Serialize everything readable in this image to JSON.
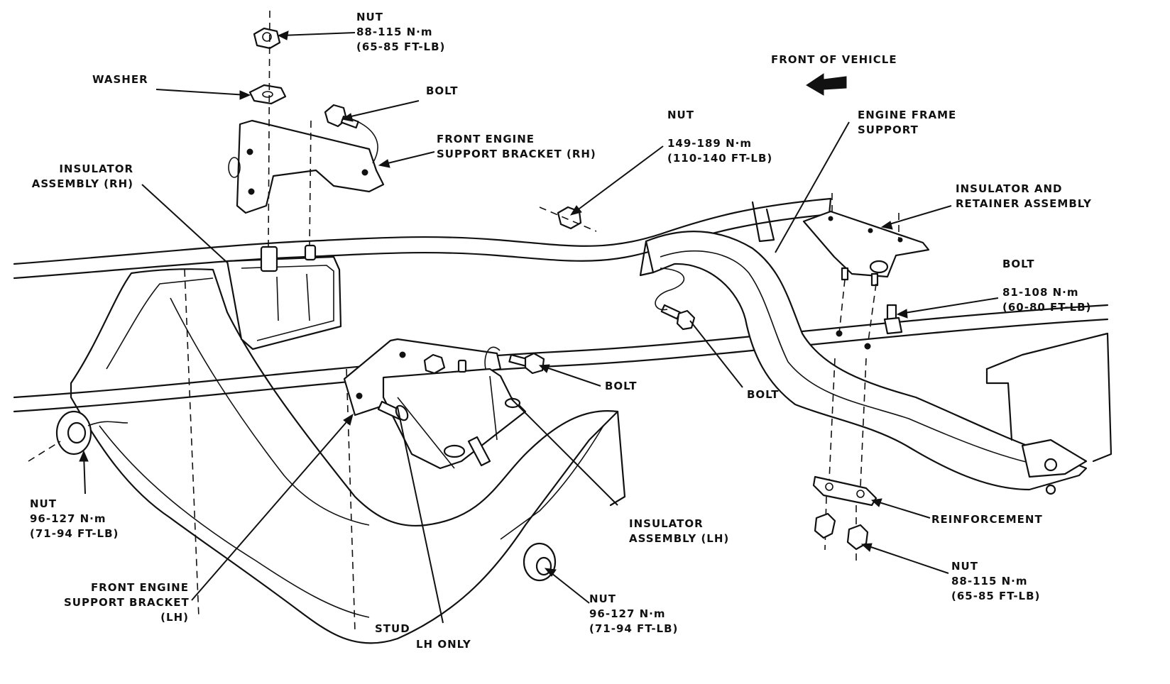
{
  "labels": {
    "nut_top": [
      "NUT",
      "88-115 N·m",
      "(65-85 FT-LB)"
    ],
    "washer": "WASHER",
    "bolt_top": "BOLT",
    "front_bracket_rh": [
      "FRONT ENGINE",
      "SUPPORT BRACKET (RH)"
    ],
    "insulator_rh": [
      "INSULATOR",
      "ASSEMBLY (RH)"
    ],
    "nut_center": [
      "NUT",
      "149-189 N·m",
      "(110-140 FT-LB)"
    ],
    "front_of_vehicle": "FRONT OF VEHICLE",
    "engine_frame_support": [
      "ENGINE FRAME",
      "SUPPORT"
    ],
    "insulator_retainer": [
      "INSULATOR AND",
      "RETAINER ASSEMBLY"
    ],
    "bolt_right": [
      "BOLT",
      "81-108 N·m",
      "(60-80 FT-LB)"
    ],
    "bolt_mid_lh": "BOLT",
    "bolt_mid": "BOLT",
    "nut_left": [
      "NUT",
      "96-127 N·m",
      "(71-94 FT-LB)"
    ],
    "insulator_lh": [
      "INSULATOR",
      "ASSEMBLY (LH)"
    ],
    "reinforcement": "REINFORCEMENT",
    "front_bracket_lh": [
      "FRONT ENGINE",
      "SUPPORT BRACKET",
      "(LH)"
    ],
    "stud": "STUD",
    "lh_only": "LH ONLY",
    "nut_bottom_center": [
      "NUT",
      "96-127 N·m",
      "(71-94 FT-LB)"
    ],
    "nut_bottom_right": [
      "NUT",
      "88-115 N·m",
      "(65-85 FT-LB)"
    ]
  },
  "icons": {
    "direction_arrow": "left-arrow-icon"
  }
}
